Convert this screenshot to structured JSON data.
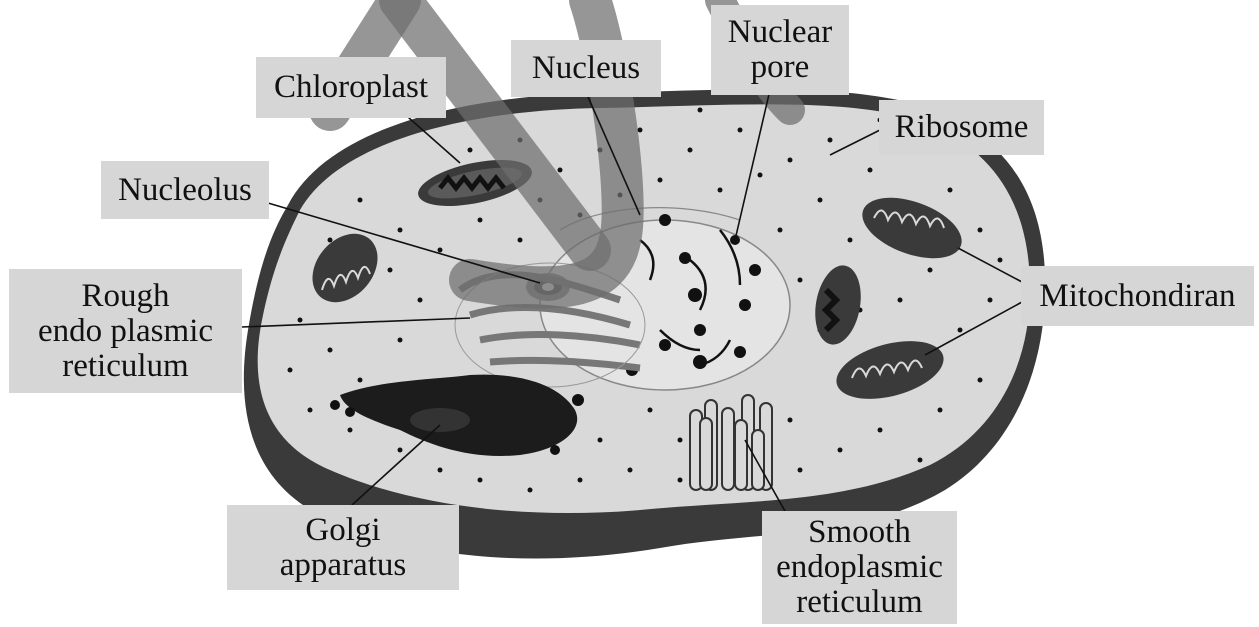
{
  "diagram": {
    "colors": {
      "membrane": "#3a3a3a",
      "cytoplasm": "#d9d9d9",
      "organelle_dark": "#555555",
      "label_box": "#d6d6d6",
      "watermark": "#6e6e6e"
    },
    "labels": {
      "chloroplast": "Chloroplast",
      "nucleus": "Nucleus",
      "nuclear_pore": "Nuclear\npore",
      "ribosome": "Ribosome",
      "nucleolus": "Nucleolus",
      "rough_er": "Rough\nendo plasmic\nreticulum",
      "mitochondrion": "Mitochondiran",
      "golgi": "Golgi\napparatus",
      "smooth_er": "Smooth\nendoplasmic\nreticulum"
    }
  }
}
